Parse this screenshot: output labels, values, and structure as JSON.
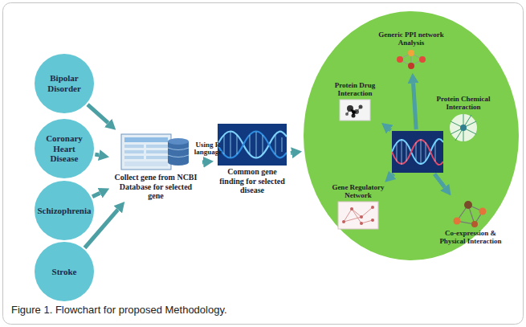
{
  "diagram": {
    "caption": "Figure 1. Flowchart for proposed Methodology.",
    "nodes": [
      {
        "text": [
          "Bipolar Disorder"
        ]
      },
      {
        "text": [
          "Coronary Heart Disease"
        ]
      },
      {
        "text": [
          "Schizophrenia"
        ]
      },
      {
        "text": [
          "Stroke"
        ]
      },
      {
        "text": [
          "Collect gene from NCBI Database for selected gene"
        ]
      },
      {
        "text": [
          "Common gene finding for selected disease"
        ]
      },
      {
        "text": []
      },
      {
        "text": [],
        "in": 6
      },
      {
        "text": [
          "Generic PPI network Analysis"
        ],
        "in": 6
      },
      {
        "text": [
          "Protein Chemical Interaction"
        ],
        "in": 6
      },
      {
        "text": [
          "Co-expression & Physical Interaction"
        ],
        "in": 6
      },
      {
        "text": [
          "Gene Regulatory Network"
        ],
        "in": 6
      },
      {
        "text": [
          "Protein Drug Interaction"
        ],
        "in": 6
      }
    ],
    "edges": [
      {
        "from": 0,
        "to": 4,
        "arrow": "to"
      },
      {
        "from": 1,
        "to": 4,
        "arrow": "to"
      },
      {
        "from": 2,
        "to": 4,
        "arrow": "to"
      },
      {
        "from": 3,
        "to": 4,
        "arrow": "to"
      },
      {
        "from": 4,
        "to": 5,
        "label": "Using R language",
        "arrow": "to"
      },
      {
        "from": 5,
        "to": 6,
        "arrow": "to"
      },
      {
        "from": 7,
        "to": 8,
        "arrow": "to"
      },
      {
        "from": 7,
        "to": 9,
        "arrow": "to"
      },
      {
        "from": 7,
        "to": 10,
        "arrow": "to"
      },
      {
        "from": 7,
        "to": 11,
        "arrow": "to"
      },
      {
        "from": 7,
        "to": 12,
        "arrow": "to"
      }
    ]
  }
}
